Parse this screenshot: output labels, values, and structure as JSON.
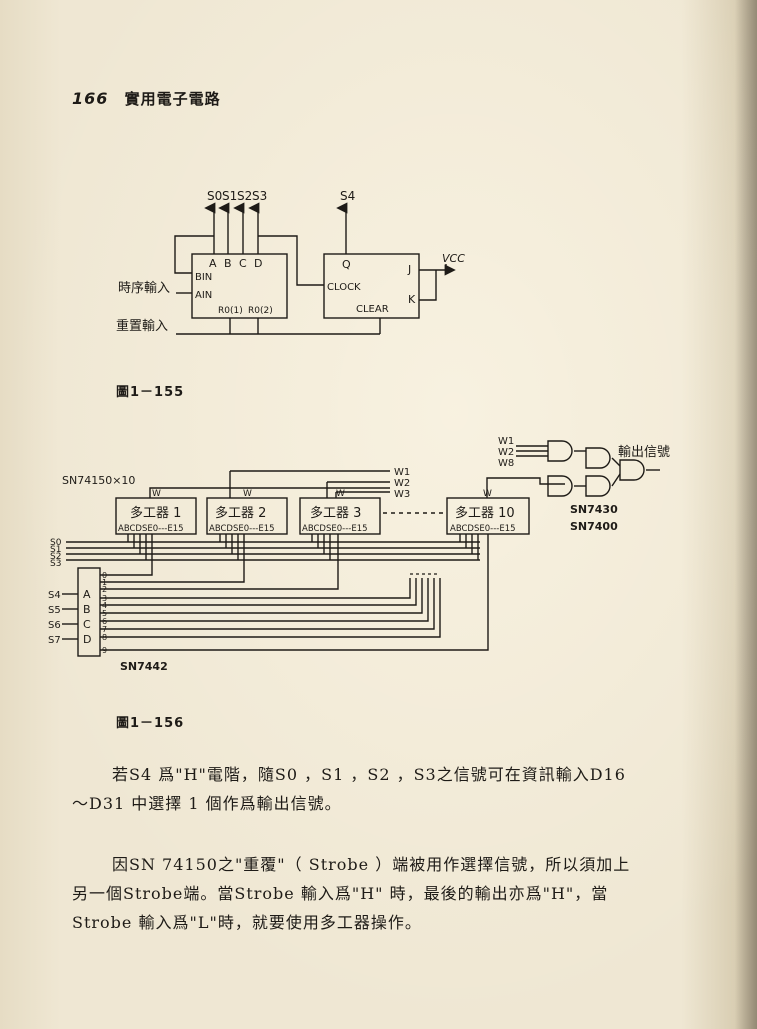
{
  "header": {
    "page_number": "166",
    "book_title": "實用電子電路"
  },
  "figure155": {
    "caption": "圖1－155",
    "outputs": [
      "S0",
      "S1",
      "S2",
      "S3"
    ],
    "s4": "S4",
    "counter_pins": {
      "a": "A",
      "b": "B",
      "c": "C",
      "d": "D",
      "bin": "BIN",
      "ain": "AIN",
      "r01": "R0(1)",
      "r02": "R0(2)"
    },
    "ff_pins": {
      "q": "Q",
      "j": "J",
      "k": "K",
      "clock": "CLOCK",
      "clear": "CLEAR"
    },
    "vcc": "VCC",
    "timing_input": "時序輸入",
    "reset_input": "重置輸入"
  },
  "figure156": {
    "caption": "圖1－156",
    "chip_count_label": "SN74150×10",
    "w_inputs": [
      "W1",
      "W2",
      "W3"
    ],
    "w_gate_inputs": [
      "W1",
      "W2",
      "W8"
    ],
    "mux_labels": [
      "多工器 1",
      "多工器 2",
      "多工器 3",
      "多工器 10"
    ],
    "mux_pin_w": "W",
    "mux_pins": "ABCDSE0---E15",
    "select_lines": [
      "S0",
      "S1",
      "S2",
      "S3"
    ],
    "decoder_inputs": [
      "S4",
      "S5",
      "S6",
      "S7"
    ],
    "decoder_pins": [
      "A",
      "B",
      "C",
      "D"
    ],
    "decoder_outputs": [
      "0",
      "1",
      "2",
      "3",
      "4",
      "5",
      "6",
      "7",
      "8",
      "9"
    ],
    "decoder_label": "SN7442",
    "gate_labels": [
      "SN7430",
      "SN7400"
    ],
    "output_label": "輸出信號"
  },
  "paragraph1": [
    "若S4 爲\"H\"電階，隨S0 ，S1 ，S2 ，S3之信號可在資訊輸入D16",
    "～D31 中選擇 1 個作爲輸出信號。"
  ],
  "paragraph2": [
    "因SN 74150之\"重覆\"（ Strobe ）端被用作選擇信號，所以須加上",
    "另一個Strobe端。當Strobe 輸入爲\"H\" 時，最後的輸出亦爲\"H\"，當",
    "Strobe 輸入爲\"L\"時，就要使用多工器操作。"
  ]
}
